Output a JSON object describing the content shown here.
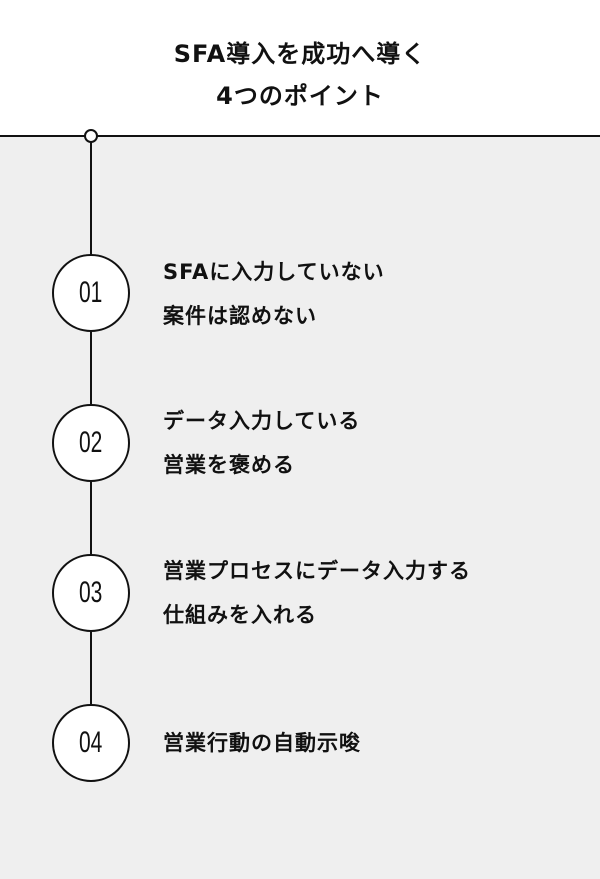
{
  "title": {
    "line1": "SFA導入を成功へ導く",
    "line2": "4つのポイント"
  },
  "steps": [
    {
      "number": "01",
      "line1": "SFAに入力していない",
      "line2": "案件は認めない"
    },
    {
      "number": "02",
      "line1": "データ入力している",
      "line2": "営業を褒める"
    },
    {
      "number": "03",
      "line1": "営業プロセスにデータ入力する",
      "line2": "仕組みを入れる"
    },
    {
      "number": "04",
      "line1": "営業行動の自動示唆",
      "line2": ""
    }
  ]
}
